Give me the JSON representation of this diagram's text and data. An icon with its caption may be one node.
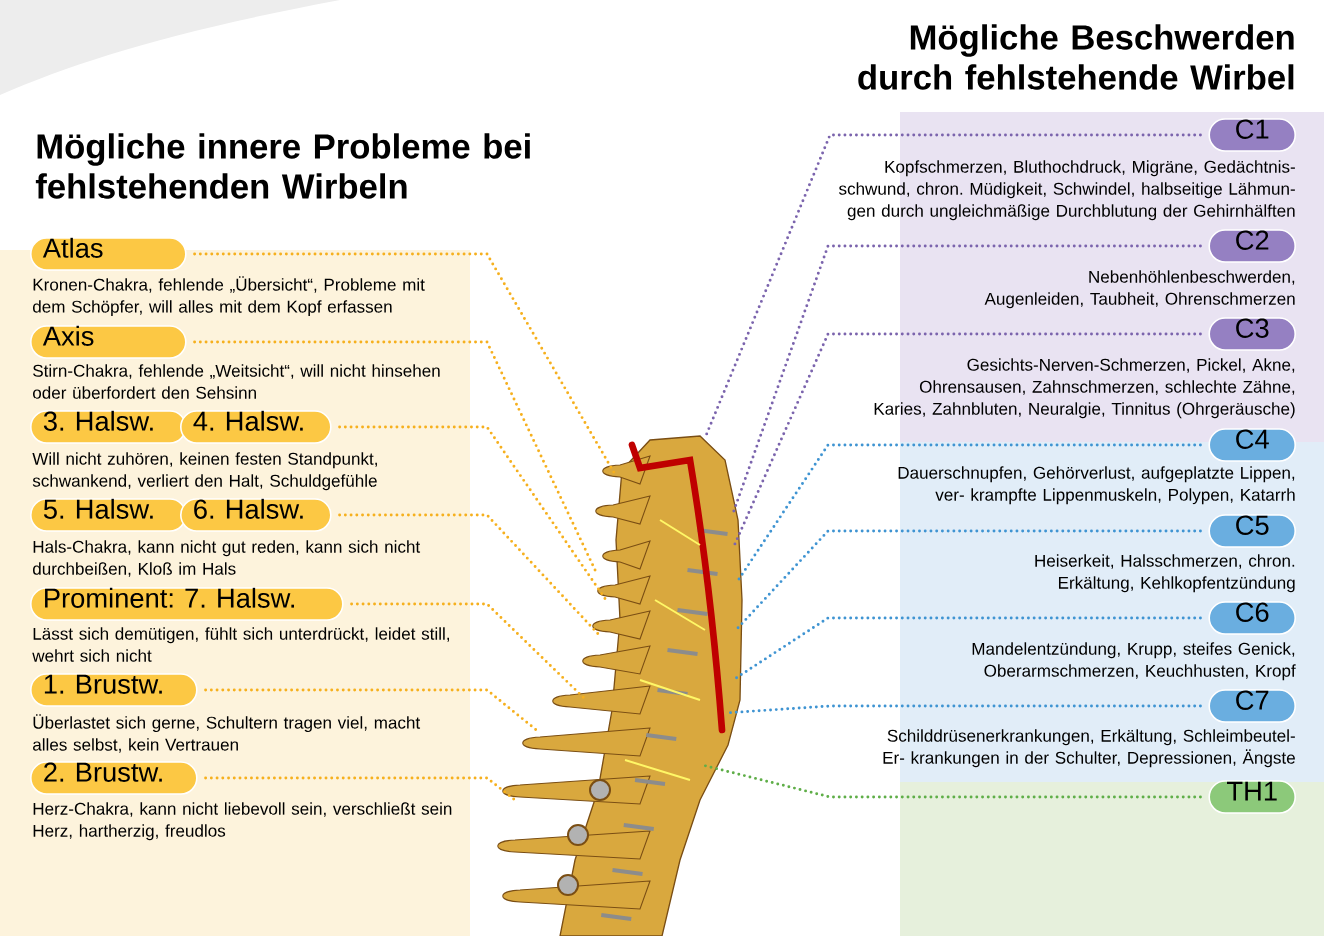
{
  "diagram": {
    "title": "Mögliche Beschwerden durch fehlstehende Wirbel",
    "nodes": [
      {
        "text": [
          "Atlas"
        ],
        "beside": [
          "Kronen-Chakra, fehlende „Übersicht“, Probleme mit dem Schöpfer, will alles mit dem Kopf erfassen"
        ]
      },
      {
        "text": [
          "Axis"
        ],
        "beside": [
          "Stirn-Chakra, fehlende „Weitsicht“, will nicht hinsehen oder überfordert den Sehsinn"
        ]
      },
      {
        "text": [
          "3. Halsw."
        ],
        "beside": [
          "Will nicht zuhören, keinen festen Standpunkt, schwankend, verliert den Halt, Schuldgefühle"
        ]
      },
      {
        "text": [
          "4. Halsw."
        ]
      },
      {
        "text": [
          "5. Halsw."
        ],
        "beside": [
          "Hals-Chakra, kann nicht gut reden, kann sich nicht durchbeißen, Kloß im Hals"
        ]
      },
      {
        "text": [
          "6. Halsw."
        ]
      },
      {
        "text": [
          "Prominent: 7. Halsw."
        ],
        "beside": [
          "Lässt sich demütigen, fühlt sich unterdrückt, leidet still, wehrt sich nicht"
        ]
      },
      {
        "text": [
          "1. Brustw."
        ],
        "beside": [
          "Überlastet sich gerne, Schultern tragen viel, macht alles selbst, kein Vertrauen"
        ]
      },
      {
        "text": [
          "2. Brustw."
        ],
        "beside": [
          "Herz-Chakra, kann nicht liebevoll sein, verschließt sein Herz, hartherzig, freudlos"
        ]
      },
      {
        "text": [],
        "shape": "picture"
      },
      {
        "text": [
          "C1"
        ],
        "beside": [
          "Kopfschmerzen, Bluthochdruck, Migräne, Gedächtnis- schwund, chron. Müdigkeit, Schwindel, halbseitige Lähmun- gen durch ungleichmäßige Durchblutung der Gehirnhälften"
        ]
      },
      {
        "text": [
          "C2"
        ],
        "beside": [
          "Nebenhöhlenbeschwerden, Augenleiden, Taubheit, Ohrenschmerzen"
        ]
      },
      {
        "text": [
          "C3"
        ],
        "beside": [
          "Gesichts-Nerven-Schmerzen, Pickel, Akne, Ohrensausen, Zahnschmerzen, schlechte Zähne, Karies, Zahnbluten, Neuralgie, Tinnitus (Ohrgeräusche)"
        ]
      },
      {
        "text": [
          "C4"
        ],
        "beside": [
          "Dauerschnupfen, Gehörverlust, aufgeplatzte Lippen, ver- krampfte Lippenmuskeln, Polypen, Katarrh"
        ]
      },
      {
        "text": [
          "C5"
        ],
        "beside": [
          "Heiserkeit, Halsschmerzen, chron. Erkältung, Kehlkopfentzündung"
        ]
      },
      {
        "text": [
          "C6"
        ],
        "beside": [
          "Mandelentzündung, Krupp, steifes Genick, Oberarmschmerzen, Keuchhusten, Kropf"
        ]
      },
      {
        "text": [
          "C7"
        ],
        "beside": [
          "Schilddrüsenerkrankungen, Erkältung, Schleimbeutel-Er- krankungen in der Schulter, Depressionen, Ängste"
        ]
      },
      {
        "text": [
          "TH1"
        ]
      }
    ],
    "edges": [
      {
        "from": 0,
        "to": 9,
        "arrow": "none"
      },
      {
        "from": 1,
        "to": 9,
        "arrow": "none"
      },
      {
        "from": 3,
        "to": 9,
        "arrow": "none"
      },
      {
        "from": 5,
        "to": 9,
        "arrow": "none"
      },
      {
        "from": 6,
        "to": 9,
        "arrow": "none"
      },
      {
        "from": 7,
        "to": 9,
        "arrow": "none"
      },
      {
        "from": 8,
        "to": 9,
        "arrow": "none"
      },
      {
        "from": 10,
        "to": 9,
        "arrow": "none",
        "color": "#7b64ad"
      },
      {
        "from": 11,
        "to": 9,
        "arrow": "none",
        "color": "#7b64ad"
      },
      {
        "from": 12,
        "to": 9,
        "arrow": "none",
        "color": "#7b64ad"
      },
      {
        "from": 13,
        "to": 9,
        "arrow": "none",
        "color": "#3f94d2"
      },
      {
        "from": 14,
        "to": 9,
        "arrow": "none",
        "color": "#3f94d2"
      },
      {
        "from": 15,
        "to": 9,
        "arrow": "none",
        "color": "#3f94d2"
      },
      {
        "from": 16,
        "to": 9,
        "arrow": "none",
        "color": "#3f94d2"
      },
      {
        "from": 17,
        "to": 9,
        "arrow": "none",
        "color": "#5fae48"
      }
    ],
    "labels": [
      "Mögliche innere Probleme bei fehlstehenden Wirbeln"
    ]
  }
}
